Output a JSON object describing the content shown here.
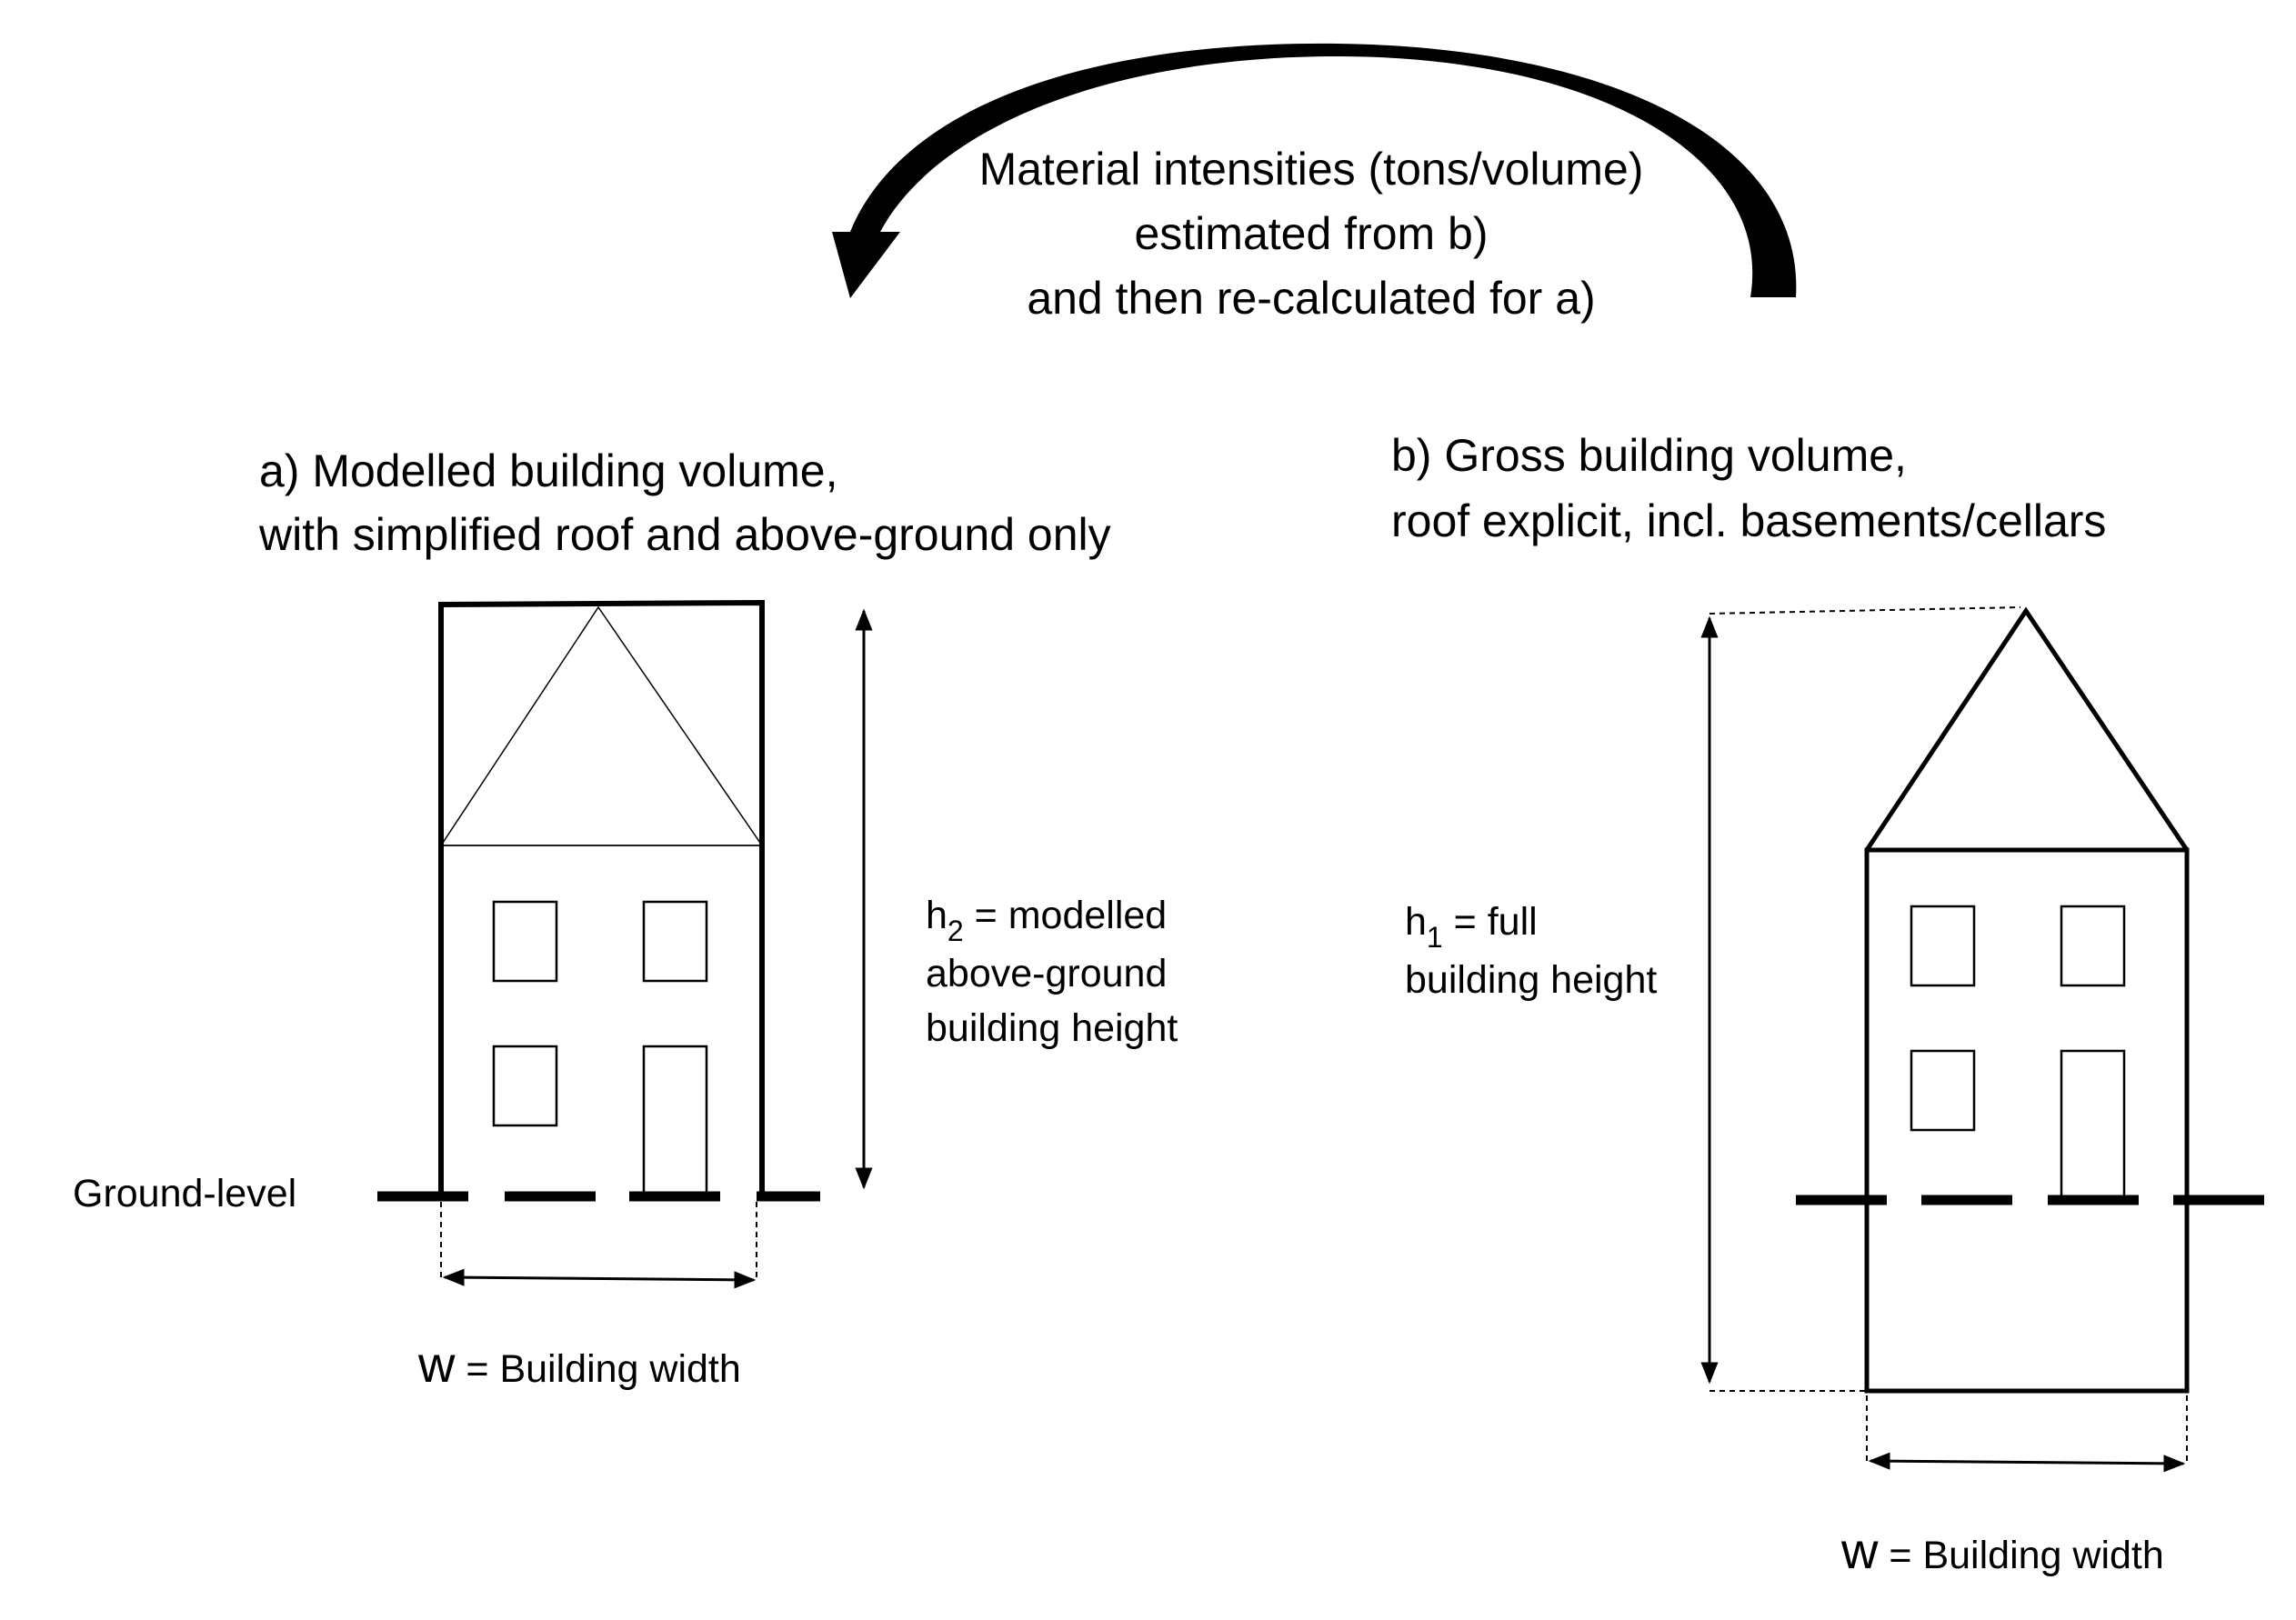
{
  "top_note": {
    "line1": "Material intensities (tons/volume)",
    "line2": "estimated from b)",
    "line3": "and then re-calculated for a)"
  },
  "panel_a": {
    "title_line1": "a) Modelled building volume,",
    "title_line2": "with simplified roof and above-ground only",
    "ground_label": "Ground-level",
    "height_label": {
      "symbol": "h",
      "subscript": "2",
      "line1_rest": " = modelled",
      "line2": "above-ground",
      "line3": "building height"
    },
    "width_label": {
      "symbol": "w",
      "rest": " = Building width"
    }
  },
  "panel_b": {
    "title_line1": "b) Gross building volume,",
    "title_line2": "roof explicit, incl. basements/cellars",
    "height_label": {
      "symbol": "h",
      "subscript": "1",
      "line1_rest": " = full",
      "line2": "building height"
    },
    "width_label": {
      "symbol": "w",
      "rest": " = Building width"
    }
  }
}
